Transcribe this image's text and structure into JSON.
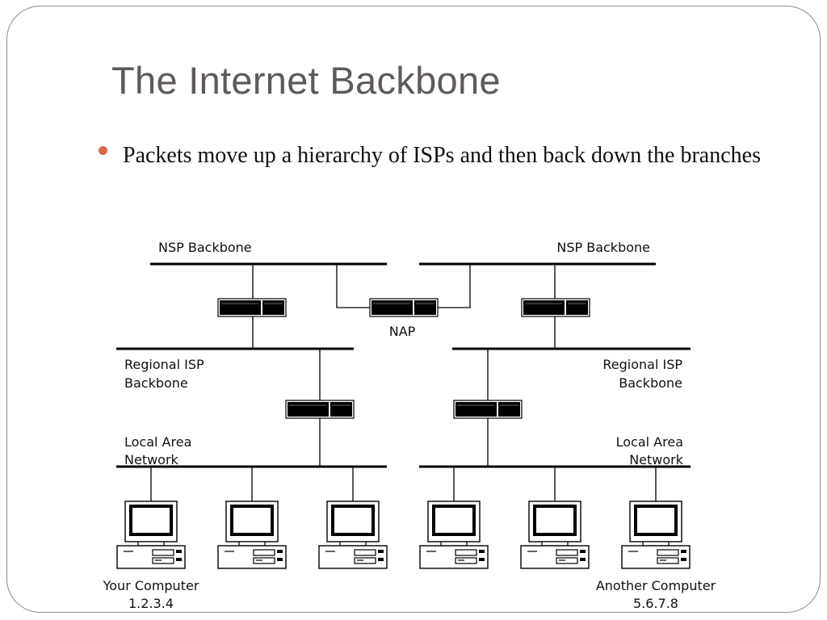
{
  "slide": {
    "title": "The Internet Backbone",
    "bullet": "Packets move up a hierarchy of ISPs and then back down the branches",
    "bullet_color": "#d86a4a",
    "title_color": "#5f5a59"
  },
  "diagram": {
    "labels": {
      "nsp_left": "NSP Backbone",
      "nsp_right": "NSP Backbone",
      "nap": "NAP",
      "regional_left_1": "Regional ISP",
      "regional_left_2": "Backbone",
      "regional_right_1": "Regional ISP",
      "regional_right_2": "Backbone",
      "lan_left_1": "Local Area",
      "lan_left_2": "Network",
      "lan_right_1": "Local Area",
      "lan_right_2": "Network",
      "your_computer_1": "Your Computer",
      "your_computer_2": "1.2.3.4",
      "another_computer_1": "Another Computer",
      "another_computer_2": "5.6.7.8"
    },
    "icons": {
      "router": "router-icon",
      "computer": "desktop-computer-icon"
    }
  }
}
